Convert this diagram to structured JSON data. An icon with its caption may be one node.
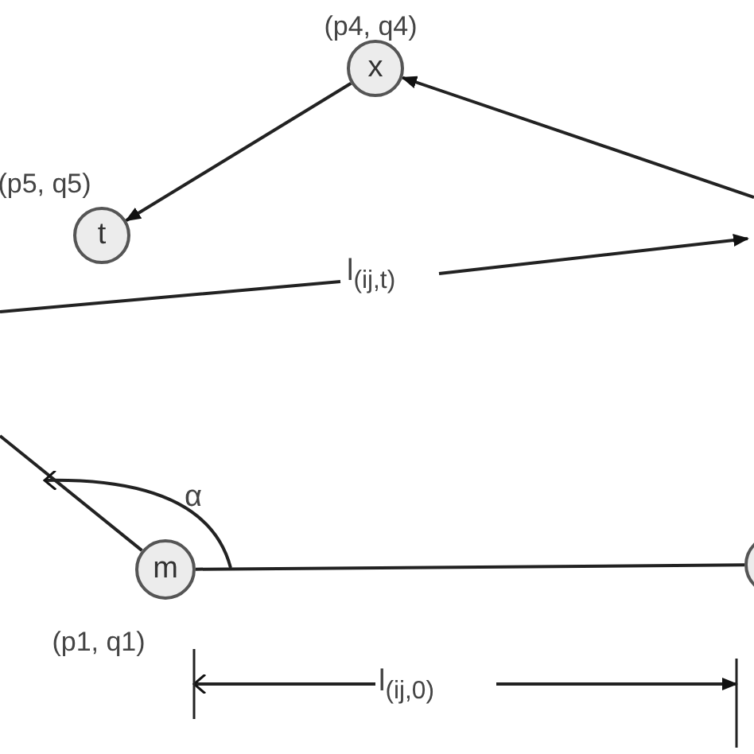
{
  "diagram": {
    "nodes": [
      {
        "text": [
          "x"
        ],
        "beside": [
          "(p4, q4)"
        ]
      },
      {
        "text": [
          "t"
        ],
        "beside": [
          "(p5, q5)"
        ]
      },
      {
        "text": [
          "m"
        ],
        "beside": [
          "(p1, q1)"
        ]
      },
      {
        "text": [],
        "shape": "circle"
      }
    ],
    "edges": [
      {
        "from": null,
        "to": 0,
        "arrow": "to"
      },
      {
        "from": 0,
        "to": 1,
        "arrow": "to"
      },
      {
        "from": 2,
        "to": null,
        "arrow": "none"
      },
      {
        "from": 2,
        "to": 3,
        "arrow": "none"
      }
    ],
    "labels": [
      "l$_{(ij,t)}$",
      "α",
      "l$_{(ij,0)}$"
    ]
  }
}
